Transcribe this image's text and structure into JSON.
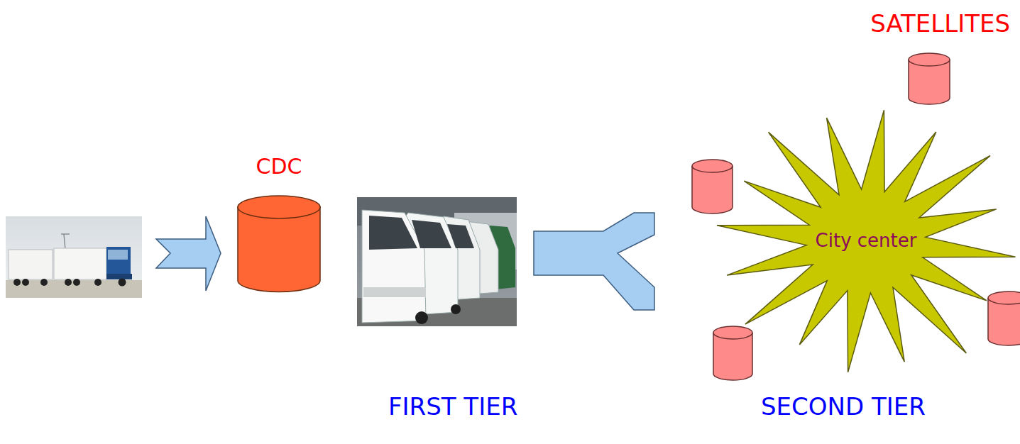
{
  "diagram": {
    "nodes": [
      {
        "text": [
          "CDC"
        ]
      },
      {
        "text": [
          "City center"
        ]
      }
    ],
    "labels": [
      "SATELLITES",
      "FIRST TIER",
      "SECOND TIER"
    ]
  }
}
